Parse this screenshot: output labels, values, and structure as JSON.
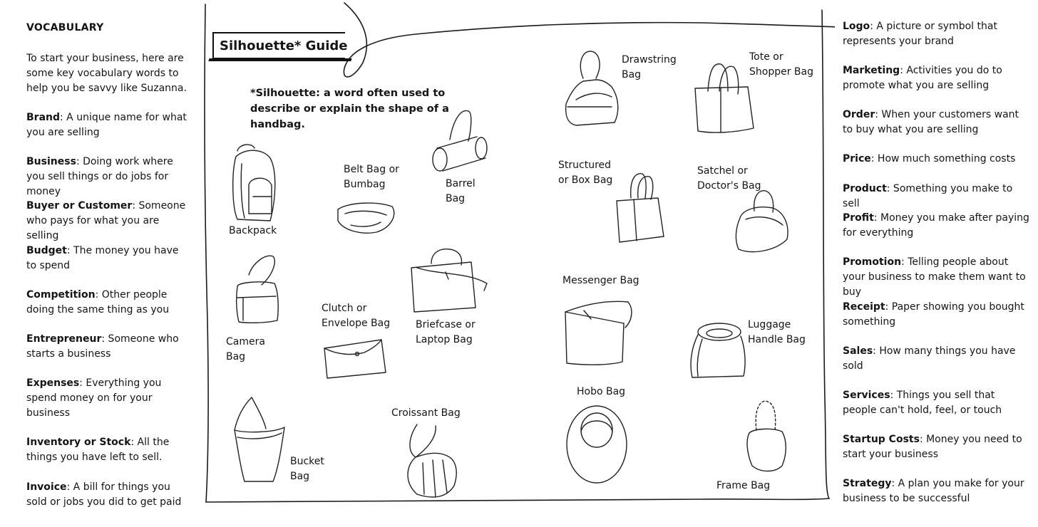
{
  "vocabulary": {
    "heading": "VOCABULARY",
    "intro": "To start your business, here are some key vocabulary words to help you be savvy like Suzanna.",
    "left_terms": [
      {
        "term": "Brand",
        "definition": ": A unique name for what you are selling"
      },
      {
        "term": "Business",
        "definition": ": Doing work where you sell things or do jobs for money"
      },
      {
        "term": "Buyer or Customer",
        "definition": ": Someone who pays for what you are selling"
      },
      {
        "term": "Budget",
        "definition": ": The money you have to spend"
      },
      {
        "term": "Competition",
        "definition": ": Other people doing the same thing as you"
      },
      {
        "term": "Entrepreneur",
        "definition": ": Someone who starts a business"
      },
      {
        "term": "Expenses",
        "definition": ": Everything you spend money on for your business"
      },
      {
        "term": "Inventory or Stock",
        "definition": ": All the things you have left to sell."
      },
      {
        "term": "Invoice",
        "definition": ": A bill for things you sold or jobs you did to get paid"
      }
    ],
    "right_terms": [
      {
        "term": "Logo",
        "definition": ": A picture or symbol that represents your brand"
      },
      {
        "term": "Marketing",
        "definition": ": Activities you do to promote what you are selling"
      },
      {
        "term": "Order",
        "definition": ": When your customers want to buy what you are selling"
      },
      {
        "term": "Price",
        "definition": ": How much something costs"
      },
      {
        "term": "Product",
        "definition": ": Something you make to sell"
      },
      {
        "term": "Profit",
        "definition": ": Money you make after paying for everything"
      },
      {
        "term": "Promotion",
        "definition": ": Telling people about your business to make them want to buy"
      },
      {
        "term": "Receipt",
        "definition": ": Paper showing you bought something"
      },
      {
        "term": "Sales",
        "definition": ": How many things you have sold"
      },
      {
        "term": "Services",
        "definition": ": Things you sell that people can't hold, feel, or touch"
      },
      {
        "term": "Startup Costs",
        "definition": ": Money you need to start your business"
      },
      {
        "term": "Strategy",
        "definition": ": A plan you make for your business to be successful"
      }
    ]
  },
  "guide": {
    "title": "Silhouette* Guide",
    "note": "*Silhouette: a word often used to describe or explain the shape of a handbag.",
    "bags": {
      "backpack": "Backpack",
      "belt": "Belt Bag or\nBumbag",
      "barrel": "Barrel\nBag",
      "drawstring": "Drawstring\nBag",
      "tote": "Tote or\nShopper Bag",
      "structured": "Structured\nor Box Bag",
      "satchel": "Satchel or\nDoctor's Bag",
      "camera": "Camera\nBag",
      "clutch": "Clutch or\nEnvelope Bag",
      "briefcase": "Briefcase or\nLaptop Bag",
      "messenger": "Messenger Bag",
      "luggage": "Luggage\nHandle Bag",
      "hobo": "Hobo Bag",
      "bucket": "Bucket\nBag",
      "croissant": "Croissant Bag",
      "frame": "Frame Bag"
    }
  }
}
